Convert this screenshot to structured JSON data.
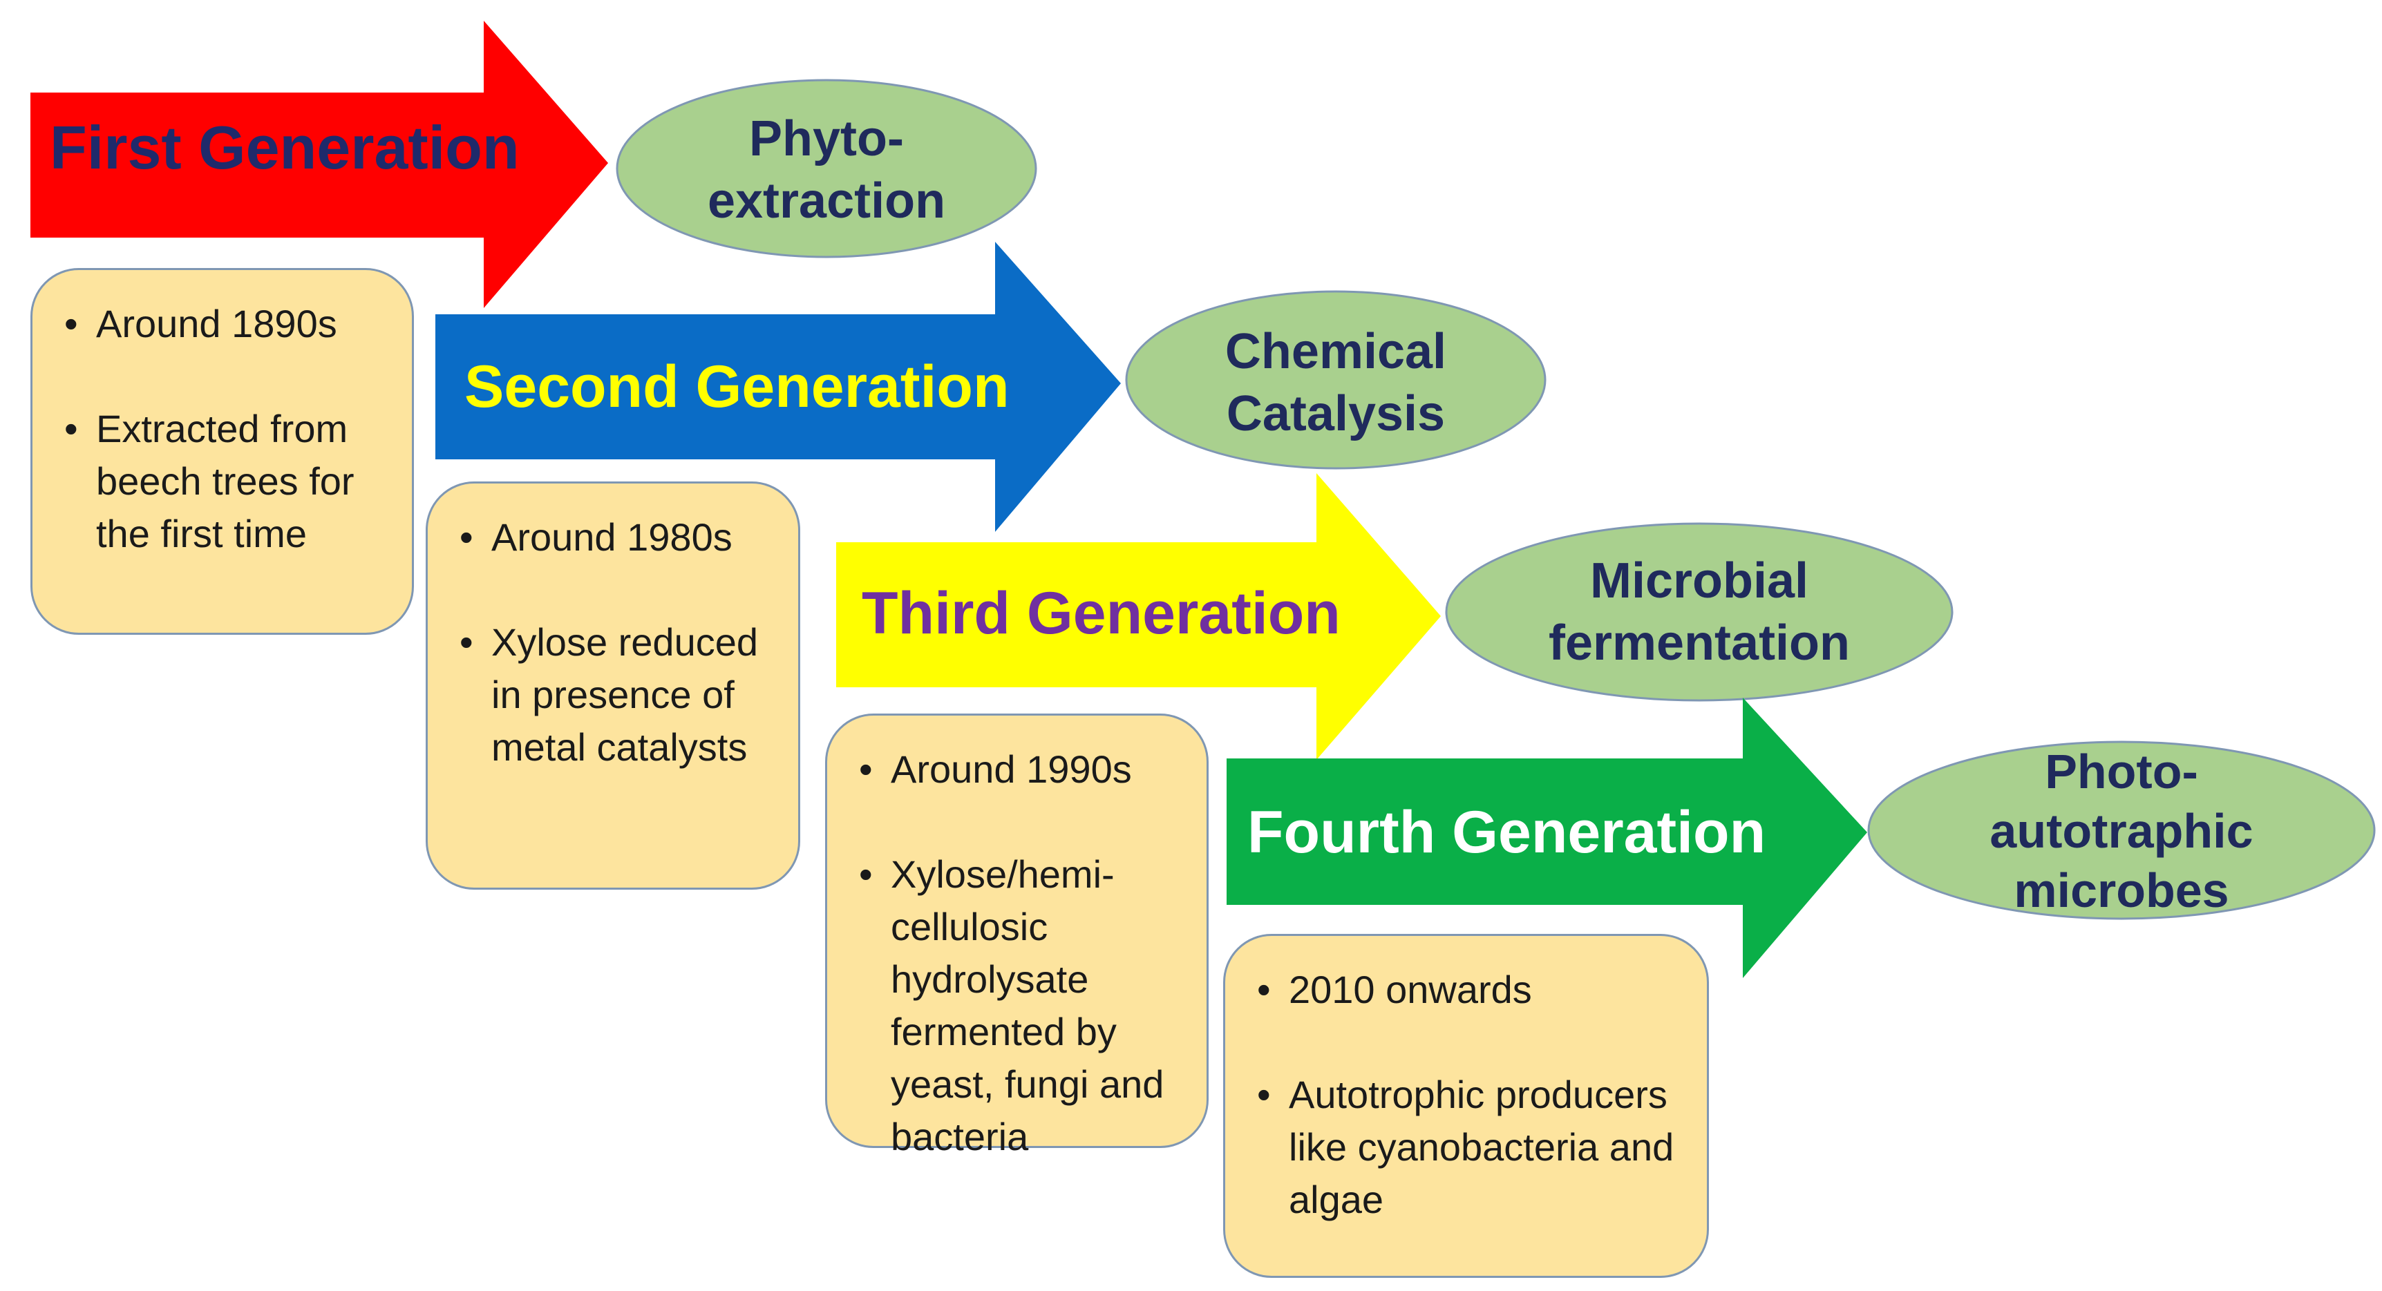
{
  "generations": [
    {
      "label": "First Generation",
      "arrow_color": "#ff0000",
      "label_color": "#1f2a6b",
      "method": [
        "Phyto-",
        "extraction"
      ],
      "details": [
        "Around 1890s",
        "Extracted from beech trees for the first time"
      ]
    },
    {
      "label": "Second Generation",
      "arrow_color": "#0a6cc6",
      "label_color": "#ffff00",
      "method": [
        "Chemical",
        "Catalysis"
      ],
      "details": [
        "Around 1980s",
        "Xylose reduced in presence of metal catalysts"
      ]
    },
    {
      "label": "Third Generation",
      "arrow_color": "#ffff00",
      "label_color": "#7030a0",
      "method": [
        "Microbial",
        "fermentation"
      ],
      "details": [
        "Around 1990s",
        "Xylose/hemi-cellulosic hydrolysate fermented by yeast, fungi and bacteria"
      ]
    },
    {
      "label": "Fourth Generation",
      "arrow_color": "#0aaf48",
      "label_color": "#ffffff",
      "method": [
        "Photo-",
        "autotraphic",
        "microbes"
      ],
      "details": [
        "2010 onwards",
        "Autotrophic producers like cyanobacteria and algae"
      ]
    }
  ],
  "colors": {
    "ellipse_fill": "#a9d08e",
    "ellipse_text": "#1f2a5c",
    "box_fill": "#fde49e",
    "box_border": "#7f97b3"
  }
}
